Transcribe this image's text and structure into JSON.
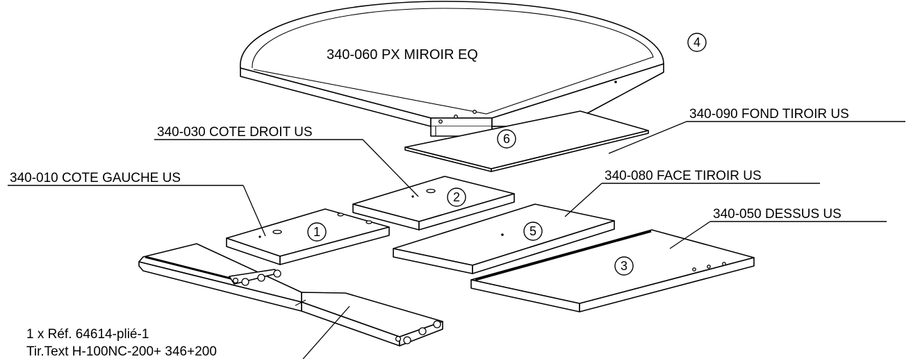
{
  "labels": {
    "miroir": "340-060 PX MIROIR EQ",
    "fond": "340-090 FOND TIROIR US",
    "cote_droit": "340-030 COTE DROIT US",
    "cote_gauche": "340-010 COTE GAUCHE US",
    "face": "340-080 FACE TIROIR US",
    "dessus": "340-050 DESSUS US",
    "ref_line1": "1 x Réf. 64614-plié-1",
    "ref_line2": "Tir.Text H-100NC-200+ 346+200"
  },
  "balloons": {
    "b1": "1",
    "b2": "2",
    "b3": "3",
    "b4": "4",
    "b5": "5",
    "b6": "6"
  }
}
